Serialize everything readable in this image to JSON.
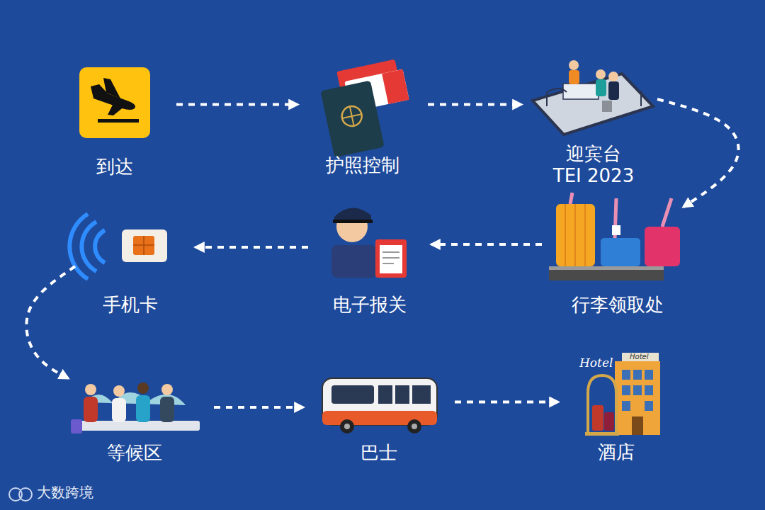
{
  "diagram": {
    "nodes": [
      {
        "text": [
          "到达"
        ]
      },
      {
        "text": [
          "护照控制"
        ]
      },
      {
        "text": [
          "迎宾台 TEI 2023"
        ]
      },
      {
        "text": [
          "行李领取处"
        ]
      },
      {
        "text": [
          "电子报关"
        ]
      },
      {
        "text": [
          "手机卡"
        ]
      },
      {
        "text": [
          "等候区"
        ]
      },
      {
        "text": [
          "巴士"
        ]
      },
      {
        "text": [
          "酒店"
        ]
      }
    ],
    "edges": [
      {
        "from": 0,
        "to": 1,
        "arrow": "to"
      },
      {
        "from": 1,
        "to": 2,
        "arrow": "to"
      },
      {
        "from": 2,
        "to": 3,
        "arrow": "to"
      },
      {
        "from": 3,
        "to": 4,
        "arrow": "to"
      },
      {
        "from": 4,
        "to": 5,
        "arrow": "to"
      },
      {
        "from": 5,
        "to": 6,
        "arrow": "to"
      },
      {
        "from": 6,
        "to": 7,
        "arrow": "to"
      },
      {
        "from": 7,
        "to": 8,
        "arrow": "to"
      }
    ],
    "labels": [
      "Hotel",
      "Hotel",
      "大数跨境"
    ]
  }
}
